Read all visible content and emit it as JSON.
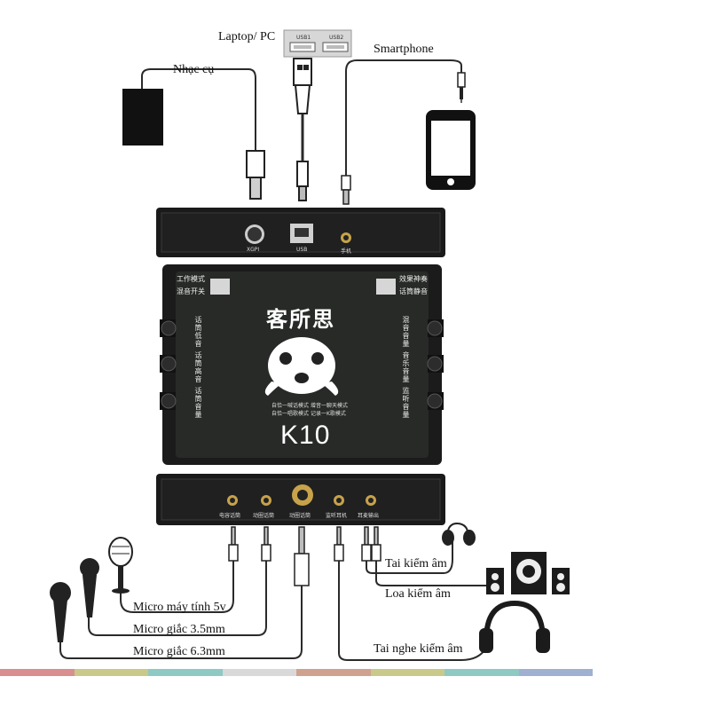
{
  "top_labels": {
    "laptop": "Laptop/ PC",
    "smartphone": "Smartphone",
    "instrument": "Nhạc cụ"
  },
  "usb_ports": [
    "USB1",
    "USB2"
  ],
  "device": {
    "top_panel_ports": [
      "XGPI",
      "USB",
      "手机"
    ],
    "brand": "客所思",
    "model": "K10",
    "left_buttons": [
      "工作模式",
      "混音开关"
    ],
    "right_buttons": [
      "效果神奏",
      "话筒静音"
    ],
    "left_knobs": [
      "话筒低音",
      "话筒高音",
      "话筒音量"
    ],
    "right_knobs": [
      "混音音量",
      "音乐音量",
      "监听音量"
    ],
    "mode_text": [
      "自恰一喊话模式",
      "自恰一唱歌模式",
      "增音一聊天模式",
      "记录一K歌模式"
    ],
    "bottom_ports": [
      "电容话筒",
      "动圈话筒",
      "动圈话筒",
      "监听耳机",
      "耳麦输出"
    ]
  },
  "bottom_labels": {
    "mic_pc": "Micro máy tính 5v",
    "mic_35": "Micro giắc 3.5mm",
    "mic_63": "Micro giắc 6.3mm",
    "earphone": "Tai kiểm âm",
    "speaker": "Loa kiểm âm",
    "headphone": "Tai nghe kiểm âm"
  },
  "colors": {
    "device_body": "#1a1a1a",
    "device_face": "#232623",
    "strip": [
      "#d98f8f",
      "#c9c98a",
      "#8fc9c3",
      "#d9d9d9",
      "#cfa28f",
      "#c9c98a",
      "#8fc9c3",
      "#9fb0d0"
    ]
  }
}
